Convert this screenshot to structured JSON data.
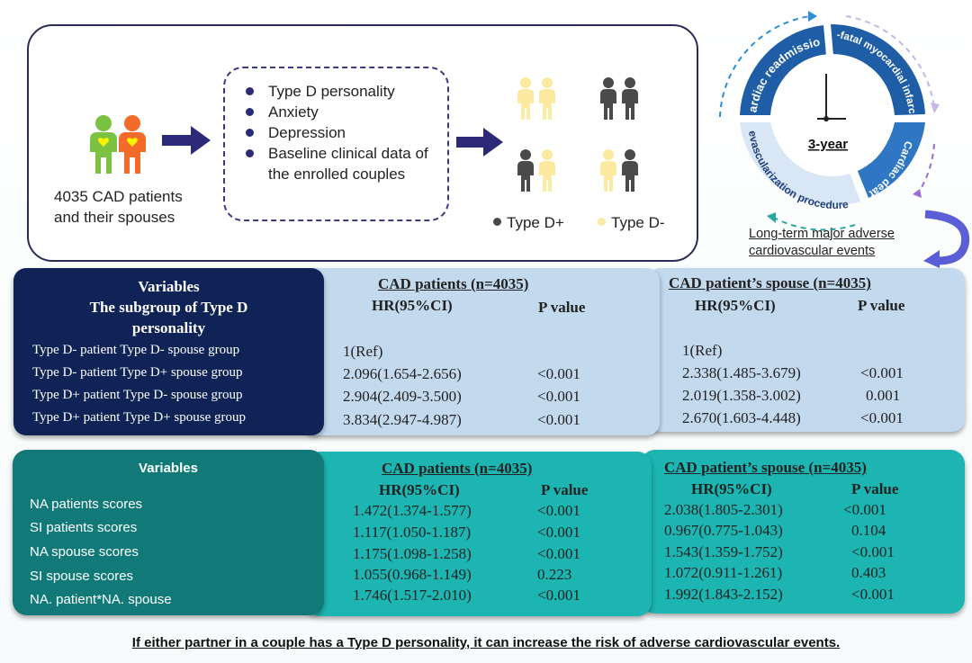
{
  "cohort": {
    "line1": "4035 CAD patients",
    "line2": "and their spouses"
  },
  "data_collected": [
    "Type D personality",
    "Anxiety",
    "Depression",
    "Baseline clinical data of the enrolled couples"
  ],
  "legend": {
    "plus": "Type D+",
    "minus": "Type D-",
    "plus_color": "#4a4a4a",
    "minus_color": "#fbeaa0"
  },
  "cycle": {
    "center": "3-year",
    "segments": [
      "cardiac readmission",
      "Non-fatal myocardial infarction",
      "Cardiac death",
      "Revascularization procedures"
    ],
    "outcome_line1": "Long-term major adverse",
    "outcome_line2": "cardiovascular events",
    "color_dark": "#1f5ea6",
    "color_light": "#d8e6f6"
  },
  "table1": {
    "variables_header": "Variables",
    "subgroup_header_line1": "The subgroup of Type D",
    "subgroup_header_line2": "personality",
    "patients_header": "CAD patients (n=4035)",
    "spouse_header": "CAD patient’s spouse (n=4035)",
    "hr_header": "HR(95%CI)",
    "p_header": "P value",
    "rows": [
      {
        "label": "Type D- patient Type D- spouse group",
        "p_hr": "1(Ref)",
        "p_p": "",
        "s_hr": "1(Ref)",
        "s_p": ""
      },
      {
        "label": "Type D- patient Type D+ spouse group",
        "p_hr": "2.096(1.654-2.656)",
        "p_p": "<0.001",
        "s_hr": "2.338(1.485-3.679)",
        "s_p": "<0.001"
      },
      {
        "label": "Type D+ patient Type D- spouse group",
        "p_hr": "2.904(2.409-3.500)",
        "p_p": "<0.001",
        "s_hr": "2.019(1.358-3.002)",
        "s_p": "0.001"
      },
      {
        "label": "Type D+ patient Type D+ spouse group",
        "p_hr": "3.834(2.947-4.987)",
        "p_p": "<0.001",
        "s_hr": "2.670(1.603-4.448)",
        "s_p": "<0.001"
      }
    ],
    "color_navy": "#0f2356",
    "color_light": "#c3d9ee"
  },
  "table2": {
    "variables_header": "Variables",
    "patients_header": "CAD patients (n=4035)",
    "spouse_header": "CAD patient’s spouse (n=4035)",
    "hr_header": "HR(95%CI)",
    "p_header": "P value",
    "rows": [
      {
        "label": "NA patients scores",
        "p_hr": "1.472(1.374-1.577)",
        "p_p": "<0.001",
        "s_hr": "2.038(1.805-2.301)",
        "s_p": "<0.001"
      },
      {
        "label": "SI patients scores",
        "p_hr": "1.117(1.050-1.187)",
        "p_p": "<0.001",
        "s_hr": "0.967(0.775-1.043)",
        "s_p": "0.104"
      },
      {
        "label": "NA spouse scores",
        "p_hr": "1.175(1.098-1.258)",
        "p_p": "<0.001",
        "s_hr": "1.543(1.359-1.752)",
        "s_p": "<0.001"
      },
      {
        "label": "SI spouse scores",
        "p_hr": "1.055(0.968-1.149)",
        "p_p": "0.223",
        "s_hr": "1.072(0.911-1.261)",
        "s_p": "0.403"
      },
      {
        "label": "NA. patient*NA. spouse",
        "p_hr": "1.746(1.517-2.010)",
        "p_p": "<0.001",
        "s_hr": "1.992(1.843-2.152)",
        "s_p": "<0.001"
      }
    ],
    "color_dark_teal": "#117a78",
    "color_teal": "#1cb5b2"
  },
  "footer": "If either partner in a couple has a Type D personality, it can increase the risk of adverse cardiovascular events."
}
